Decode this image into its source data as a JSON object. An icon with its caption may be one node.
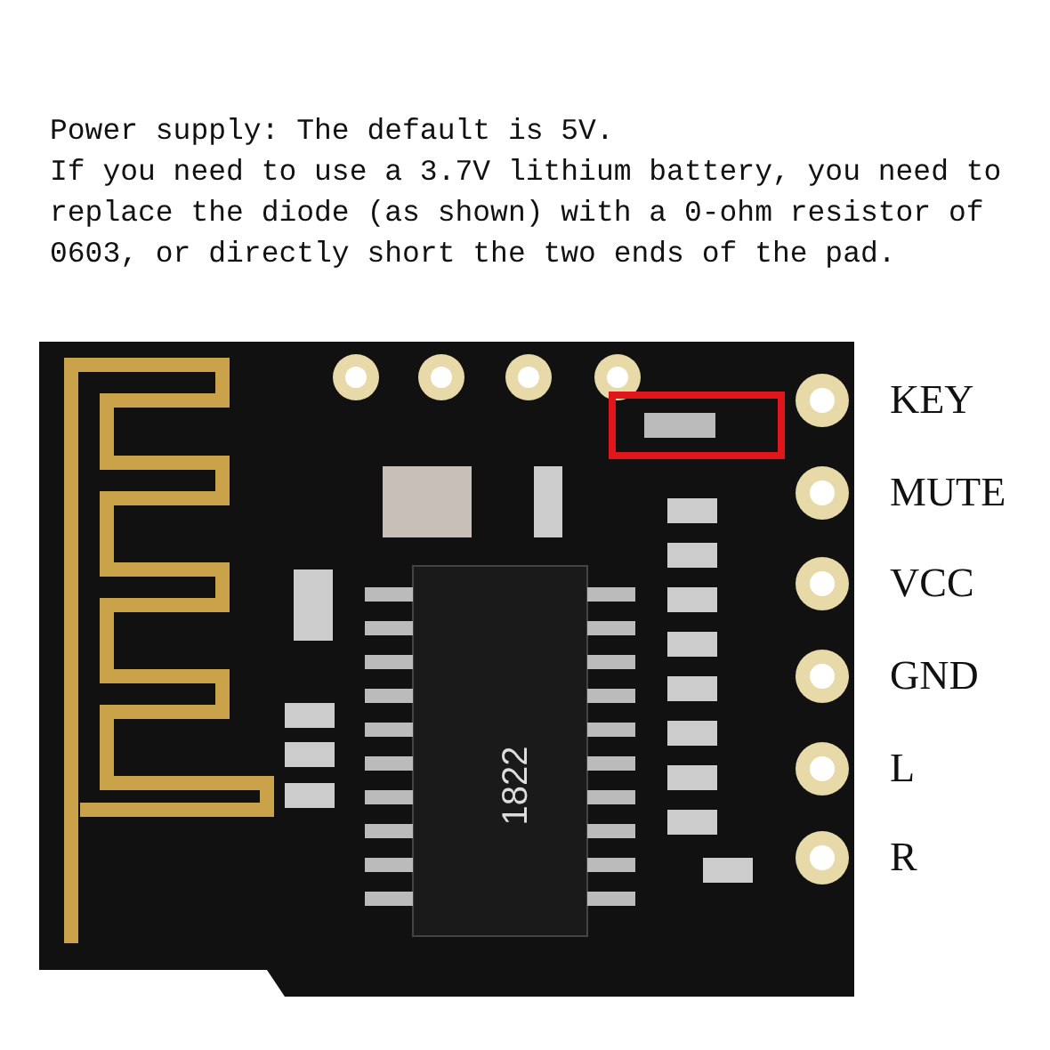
{
  "diagram": {
    "labels": [
      "Power supply: The default is 5V.",
      "If you need to use a 3.7V lithium battery, you need to replace the diode (as shown) with a 0-ohm resistor of 0603, or directly short the two ends of the pad.",
      "KEY",
      "MUTE",
      "VCC",
      "GND",
      "L",
      "R",
      "1822"
    ]
  }
}
